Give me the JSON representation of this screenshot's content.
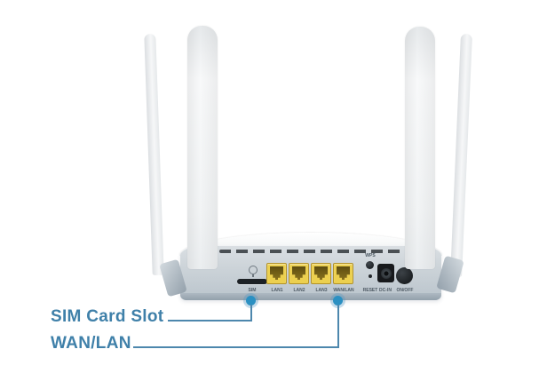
{
  "callouts": [
    {
      "label": "SIM Card Slot",
      "points_to": "sim-card-slot"
    },
    {
      "label": "WAN/LAN",
      "points_to": "wan-lan-port"
    }
  ],
  "device": {
    "view": "router rear panel with four antennas",
    "sim_label": "SIM",
    "ethernet_ports": [
      {
        "label": "LAN1"
      },
      {
        "label": "LAN2"
      },
      {
        "label": "LAN3"
      },
      {
        "label": "WAN/LAN"
      }
    ],
    "wps_label": "WPS",
    "reset_label": "RESET",
    "dc_in_label": "DC-IN",
    "power_label": "ON/OFF"
  },
  "colors": {
    "callout_text": "#3f80a9",
    "callout_line": "#4d87ad",
    "callout_dot": "#2b90c2",
    "ethernet_port_yellow": "#ecd04f",
    "rear_panel_gray": "#cdd4d9",
    "antenna_white": "#f4f5f6",
    "background": "#ffffff"
  }
}
